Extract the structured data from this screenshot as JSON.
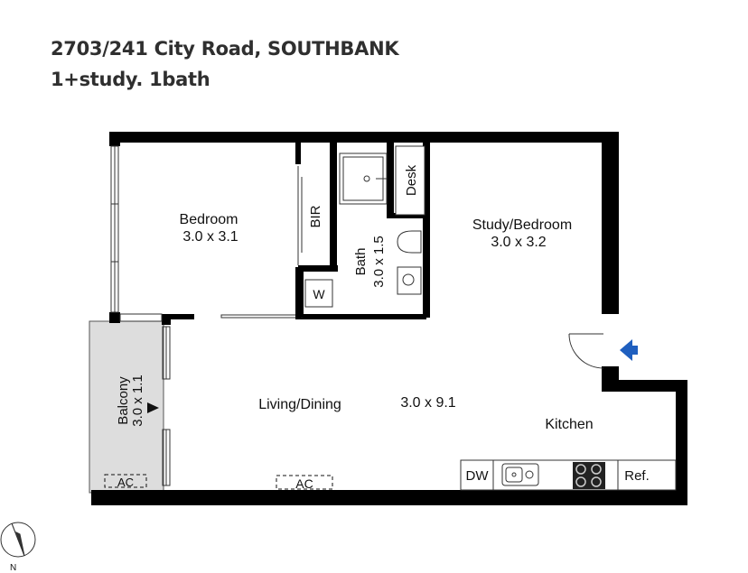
{
  "header": {
    "address": "2703/241 City Road, SOUTHBANK",
    "summary": "1+study. 1bath"
  },
  "rooms": {
    "bedroom": {
      "name": "Bedroom",
      "dims": "3.0 x 3.1"
    },
    "study": {
      "name": "Study/Bedroom",
      "dims": "3.0 x 3.2"
    },
    "bath": {
      "name": "Bath",
      "dims": "3.0 x 1.5"
    },
    "balcony": {
      "name": "Balcony",
      "dims": "3.0 x 1.1"
    },
    "living": {
      "name": "Living/Dining",
      "dims": "3.0 x 9.1"
    },
    "kitchen": {
      "name": "Kitchen"
    }
  },
  "fixtures": {
    "bir": "BIR",
    "desk": "Desk",
    "washer": "W",
    "dishwasher": "DW",
    "fridge": "Ref.",
    "ac": "AC"
  },
  "compass": {
    "north": "N"
  },
  "colors": {
    "wall": "#000000",
    "balcony_fill": "#dddddd",
    "entry_arrow": "#1f5fbf"
  }
}
